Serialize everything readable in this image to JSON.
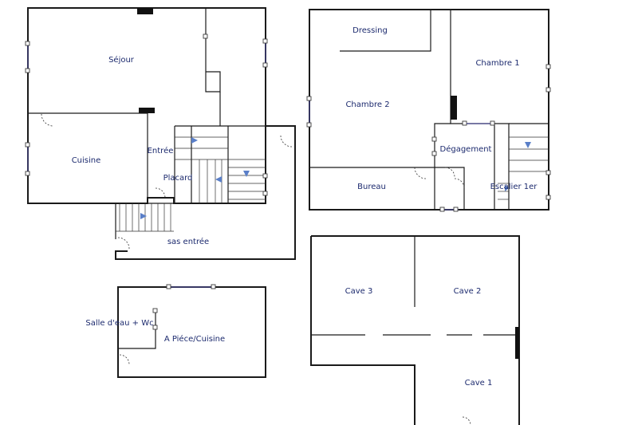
{
  "rooms": {
    "sejour": "Séjour",
    "cuisine": "Cuisine",
    "entree": "Entrée",
    "placard": "Placard",
    "sas_entree": "sas entrée",
    "dressing": "Dressing",
    "chambre1": "Chambre 1",
    "chambre2": "Chambre 2",
    "degagement": "Dégagement",
    "bureau": "Bureau",
    "escalier": "Escalier 1er",
    "salle_eau": "Salle d'eau + Wc",
    "piece_cuisine": "A Piéce/Cuisine",
    "cave3": "Cave 3",
    "cave2": "Cave 2",
    "cave1": "Cave 1"
  },
  "colors": {
    "label": "#1c2a6e",
    "wall": "#1a1a1a",
    "arrow": "#5a7fc8"
  }
}
